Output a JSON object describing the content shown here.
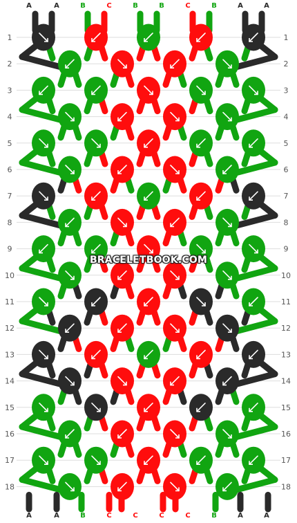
{
  "watermark": "BRACELETBOOK.COM",
  "colors": {
    "A": "#2a2a2a",
    "B": "#11a511",
    "C": "#ff0d0d",
    "arrow": "#ffffff",
    "gridline": "#dddddd",
    "rowlabel": "#555555"
  },
  "strands_top": [
    "A",
    "A",
    "B",
    "C",
    "B",
    "B",
    "C",
    "B",
    "A",
    "A"
  ],
  "strands_bottom": [
    "A",
    "A",
    "B",
    "C",
    "C",
    "C",
    "C",
    "B",
    "A",
    "A"
  ],
  "rows": [
    {
      "number": "1",
      "knots": [
        [
          "A",
          "se"
        ],
        [
          "C",
          "sw"
        ],
        [
          "B",
          "sw"
        ],
        [
          "C",
          "sw"
        ],
        [
          "A",
          "sw"
        ]
      ]
    },
    {
      "number": "2",
      "knots": [
        [
          "B",
          "sw"
        ],
        [
          "C",
          "se"
        ],
        [
          "C",
          "sw"
        ],
        [
          "B",
          "se"
        ]
      ]
    },
    {
      "number": "3",
      "knots": [
        [
          "B",
          "sw"
        ],
        [
          "B",
          "sw"
        ],
        [
          "C",
          "se"
        ],
        [
          "B",
          "se"
        ],
        [
          "B",
          "se"
        ]
      ]
    },
    {
      "number": "4",
      "knots": [
        [
          "B",
          "se"
        ],
        [
          "C",
          "sw"
        ],
        [
          "C",
          "se"
        ],
        [
          "B",
          "se"
        ]
      ]
    },
    {
      "number": "5",
      "knots": [
        [
          "B",
          "se"
        ],
        [
          "B",
          "se"
        ],
        [
          "C",
          "sw"
        ],
        [
          "B",
          "sw"
        ],
        [
          "B",
          "sw"
        ]
      ]
    },
    {
      "number": "6",
      "knots": [
        [
          "B",
          "se"
        ],
        [
          "C",
          "sw"
        ],
        [
          "C",
          "se"
        ],
        [
          "B",
          "sw"
        ]
      ]
    },
    {
      "number": "7",
      "knots": [
        [
          "A",
          "se"
        ],
        [
          "C",
          "sw"
        ],
        [
          "B",
          "sw"
        ],
        [
          "C",
          "sw"
        ],
        [
          "A",
          "sw"
        ]
      ]
    },
    {
      "number": "8",
      "knots": [
        [
          "B",
          "sw"
        ],
        [
          "C",
          "se"
        ],
        [
          "C",
          "sw"
        ],
        [
          "B",
          "se"
        ]
      ]
    },
    {
      "number": "9",
      "knots": [
        [
          "B",
          "sw"
        ],
        [
          "B",
          "sw"
        ],
        [
          "C",
          "se"
        ],
        [
          "B",
          "se"
        ],
        [
          "B",
          "se"
        ]
      ]
    },
    {
      "number": "10",
      "knots": [
        [
          "B",
          "se"
        ],
        [
          "C",
          "sw"
        ],
        [
          "C",
          "se"
        ],
        [
          "B",
          "se"
        ]
      ]
    },
    {
      "number": "11",
      "knots": [
        [
          "B",
          "se"
        ],
        [
          "A",
          "sw"
        ],
        [
          "C",
          "sw"
        ],
        [
          "A",
          "se"
        ],
        [
          "B",
          "sw"
        ]
      ]
    },
    {
      "number": "12",
      "knots": [
        [
          "A",
          "sw"
        ],
        [
          "C",
          "sw"
        ],
        [
          "C",
          "se"
        ],
        [
          "A",
          "se"
        ]
      ]
    },
    {
      "number": "13",
      "knots": [
        [
          "A",
          "se"
        ],
        [
          "C",
          "sw"
        ],
        [
          "B",
          "sw"
        ],
        [
          "C",
          "sw"
        ],
        [
          "A",
          "sw"
        ]
      ]
    },
    {
      "number": "14",
      "knots": [
        [
          "A",
          "se"
        ],
        [
          "C",
          "se"
        ],
        [
          "C",
          "sw"
        ],
        [
          "A",
          "sw"
        ]
      ]
    },
    {
      "number": "15",
      "knots": [
        [
          "B",
          "se"
        ],
        [
          "A",
          "se"
        ],
        [
          "C",
          "sw"
        ],
        [
          "A",
          "sw"
        ],
        [
          "B",
          "sw"
        ]
      ]
    },
    {
      "number": "16",
      "knots": [
        [
          "B",
          "sw"
        ],
        [
          "C",
          "sw"
        ],
        [
          "C",
          "se"
        ],
        [
          "B",
          "se"
        ]
      ]
    },
    {
      "number": "17",
      "knots": [
        [
          "B",
          "se"
        ],
        [
          "B",
          "se"
        ],
        [
          "C",
          "sw"
        ],
        [
          "B",
          "sw"
        ],
        [
          "B",
          "sw"
        ]
      ]
    },
    {
      "number": "18",
      "knots": [
        [
          "B",
          "se"
        ],
        [
          "C",
          "sw"
        ],
        [
          "C",
          "se"
        ],
        [
          "B",
          "sw"
        ]
      ]
    }
  ]
}
